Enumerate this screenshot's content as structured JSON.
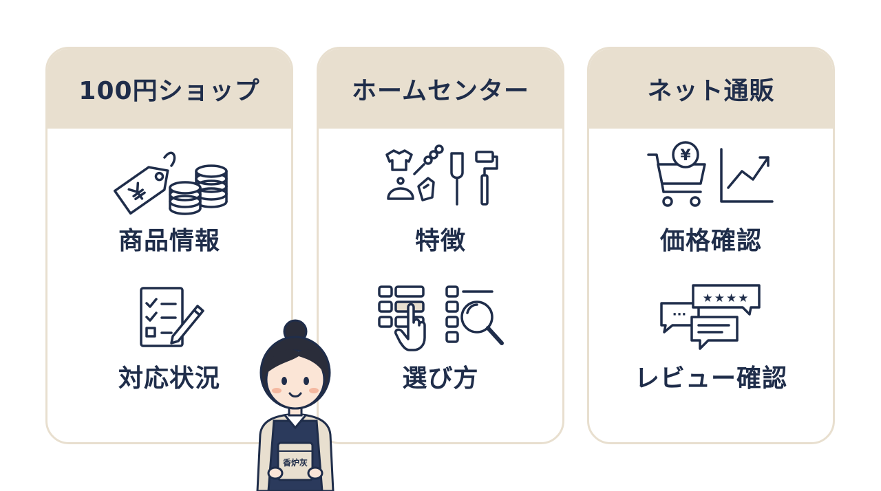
{
  "columns": [
    {
      "title": "100円ショップ",
      "items": [
        {
          "label": "商品情報",
          "icon": "price-tag-coins-icon"
        },
        {
          "label": "対応状況",
          "icon": "checklist-pencil-icon"
        }
      ]
    },
    {
      "title": "ホームセンター",
      "items": [
        {
          "label": "特徴",
          "icon": "household-tools-icon"
        },
        {
          "label": "選び方",
          "icon": "select-search-icon"
        }
      ]
    },
    {
      "title": "ネット通販",
      "items": [
        {
          "label": "価格確認",
          "icon": "cart-chart-icon"
        },
        {
          "label": "レビュー確認",
          "icon": "review-bubbles-icon"
        }
      ]
    }
  ],
  "icon_text": {
    "yen": "¥",
    "stars": "★★★★",
    "dots": "···"
  },
  "character": {
    "bag_label": "香炉灰"
  },
  "colors": {
    "navy": "#1f2d4a",
    "beige": "#e8dfcf",
    "background": "#ffffff"
  }
}
